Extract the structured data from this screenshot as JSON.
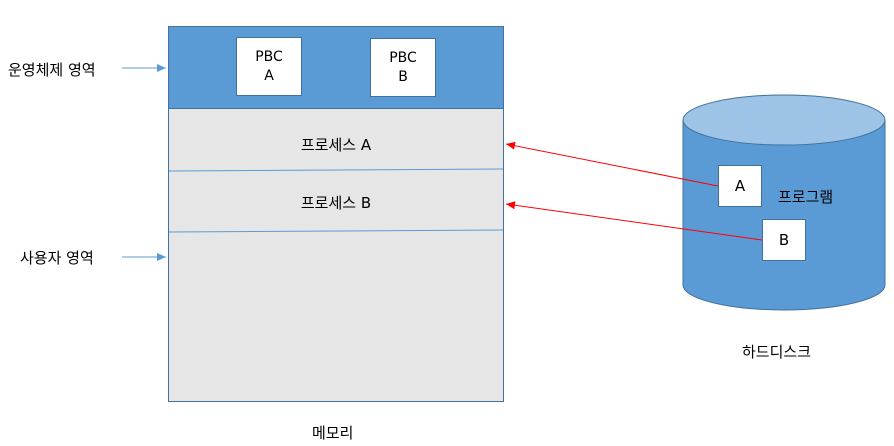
{
  "memory": {
    "caption": "메모리",
    "os_area_label": "운영체제 영역",
    "user_area_label": "사용자 영역",
    "pbc_a": [
      "PBC",
      "A"
    ],
    "pbc_b": [
      "PBC",
      "B"
    ],
    "process_a": "프로세스 A",
    "process_b": "프로세스 B"
  },
  "disk": {
    "caption": "하드디스크",
    "program_label": "프로그램",
    "program_a": "A",
    "program_b": "B"
  },
  "colors": {
    "os_fill": "#5b9bd5",
    "memory_fill": "#e6e6e6",
    "disk_body": "#5b9bd5",
    "disk_top": "#9dc3e6",
    "load_arrow": "#ff0000",
    "pointer_arrow": "#5b9bd5"
  }
}
